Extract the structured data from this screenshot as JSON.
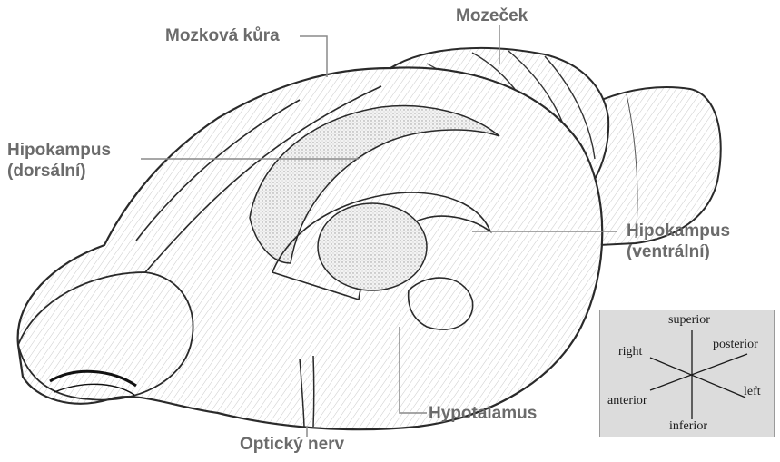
{
  "labels": {
    "cortex": "Mozková kůra",
    "cerebellum": "Mozeček",
    "hippocampus_dorsal_line1": "Hipokampus",
    "hippocampus_dorsal_line2": "(dorsální)",
    "hippocampus_ventral_line1": "Hipokampus",
    "hippocampus_ventral_line2": "(ventrální)",
    "hypothalamus": "Hypotalamus",
    "optic_nerve": "Optický nerv"
  },
  "orientation": {
    "superior": "superior",
    "posterior": "posterior",
    "right": "right",
    "left": "left",
    "anterior": "anterior",
    "inferior": "inferior"
  },
  "colors": {
    "label_text": "#6b6b6b",
    "leader_line": "#8a8a8a",
    "ink": "#2a2a2a",
    "stipple": "#d8d8d8",
    "orientation_box": "#dcdcdc"
  }
}
